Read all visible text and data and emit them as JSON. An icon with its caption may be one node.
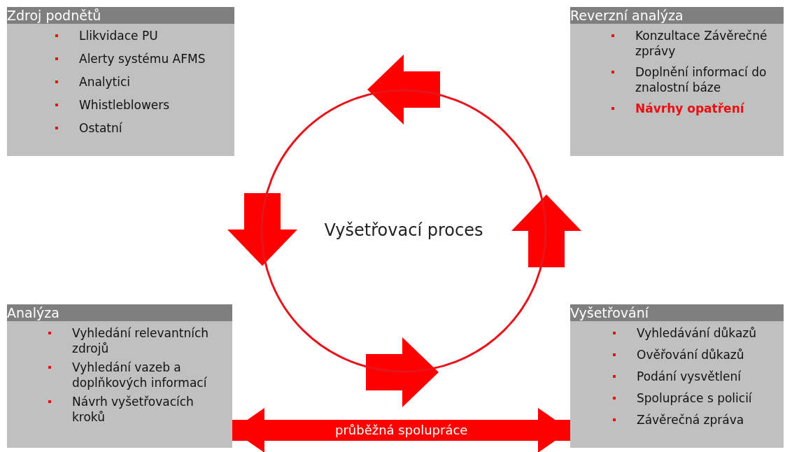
{
  "diagram": {
    "nodes": [
      {
        "text": [
          "Zdroj podnětů",
          "Llikvidace PU",
          "Alerty systému AFMS",
          "Analytici",
          "Whistleblowers",
          "Ostatní"
        ]
      },
      {
        "text": [
          "Reverzní analýza",
          "Konzultace Závěrečné zprávy",
          "Doplnění informací do znalostní báze",
          "Návrhy opatření"
        ]
      },
      {
        "text": [
          "Analýza",
          "Vyhledání relevantních zdrojů",
          "Vyhledání vazeb a doplňkových informací",
          "Návrh vyšetřovacích kroků"
        ]
      },
      {
        "text": [
          "Vyšetřování",
          "Vyhledávání důkazů",
          "Ověřování důkazů",
          "Podání vysvětlení",
          "Spolupráce s policií",
          "Závěrečná zpráva"
        ]
      },
      {
        "text": [
          "Vyšetřovací proces"
        ]
      }
    ],
    "edges": [
      {
        "from": 2,
        "to": 3,
        "arrow": "both",
        "label": "průběžná spolupráce"
      }
    ]
  }
}
